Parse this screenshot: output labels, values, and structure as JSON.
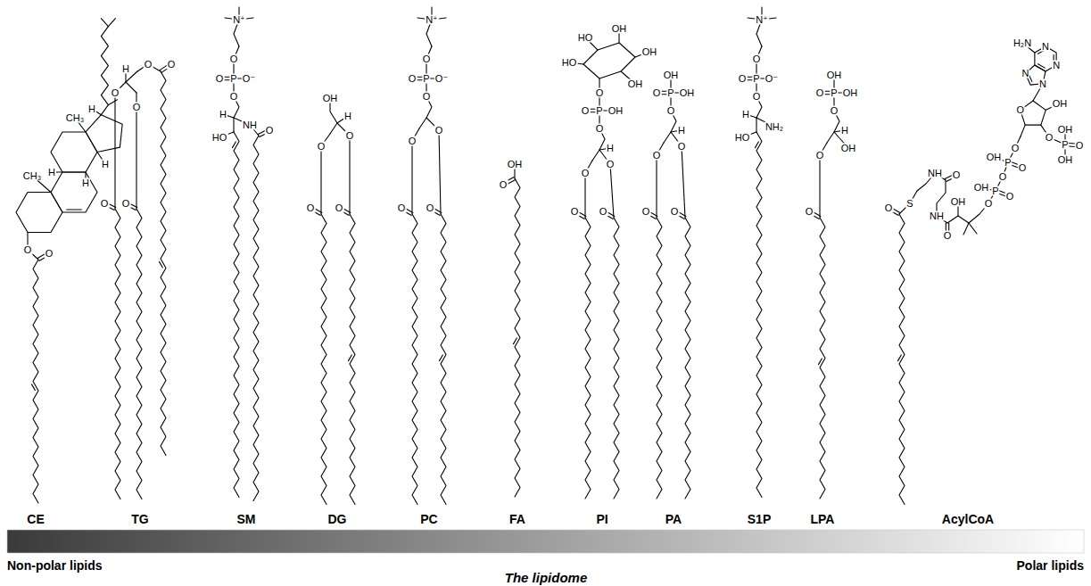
{
  "diagram": {
    "caption": "The lipidome",
    "labels": [
      "H",
      "CH₃",
      "H",
      "H",
      "H",
      "CH₃",
      "O",
      "O",
      "H",
      "O",
      "O",
      "O",
      "O",
      "O",
      "O",
      "N⁺",
      "O",
      "O",
      "P",
      "O⁻",
      "O",
      "H",
      "NH",
      "HO",
      "O",
      "OH",
      "H",
      "O",
      "O",
      "O",
      "O",
      "N⁺",
      "O",
      "O",
      "P",
      "O⁻",
      "O",
      "O",
      "O",
      "O",
      "O",
      "OH",
      "O",
      "OH",
      "HO",
      "OH",
      "HO",
      "OH",
      "O",
      "O",
      "P",
      "OH",
      "O",
      "H",
      "O",
      "O",
      "O",
      "O",
      "OH",
      "O",
      "P",
      "OH",
      "O",
      "H",
      "O",
      "O",
      "O",
      "O",
      "N⁺",
      "O",
      "O",
      "P",
      "O⁻",
      "O",
      "H",
      "NH₂",
      "HO",
      "OH",
      "O",
      "P",
      "OH",
      "O",
      "H",
      "OH",
      "O",
      "O",
      "H₂N",
      "N",
      "N",
      "N",
      "N",
      "O",
      "OH",
      "OH",
      "O",
      "P",
      "O",
      "OH",
      "O",
      "P",
      "O",
      "OH",
      "O",
      "P",
      "O",
      "OH",
      "O",
      "OH",
      "O",
      "NH",
      "O",
      "NH",
      "S",
      "O",
      "CE",
      "TG",
      "SM",
      "DG",
      "PC",
      "FA",
      "PI",
      "PA",
      "S1P",
      "LPA",
      "AcylCoA",
      "Non-polar lipids",
      "Polar lipids"
    ]
  }
}
